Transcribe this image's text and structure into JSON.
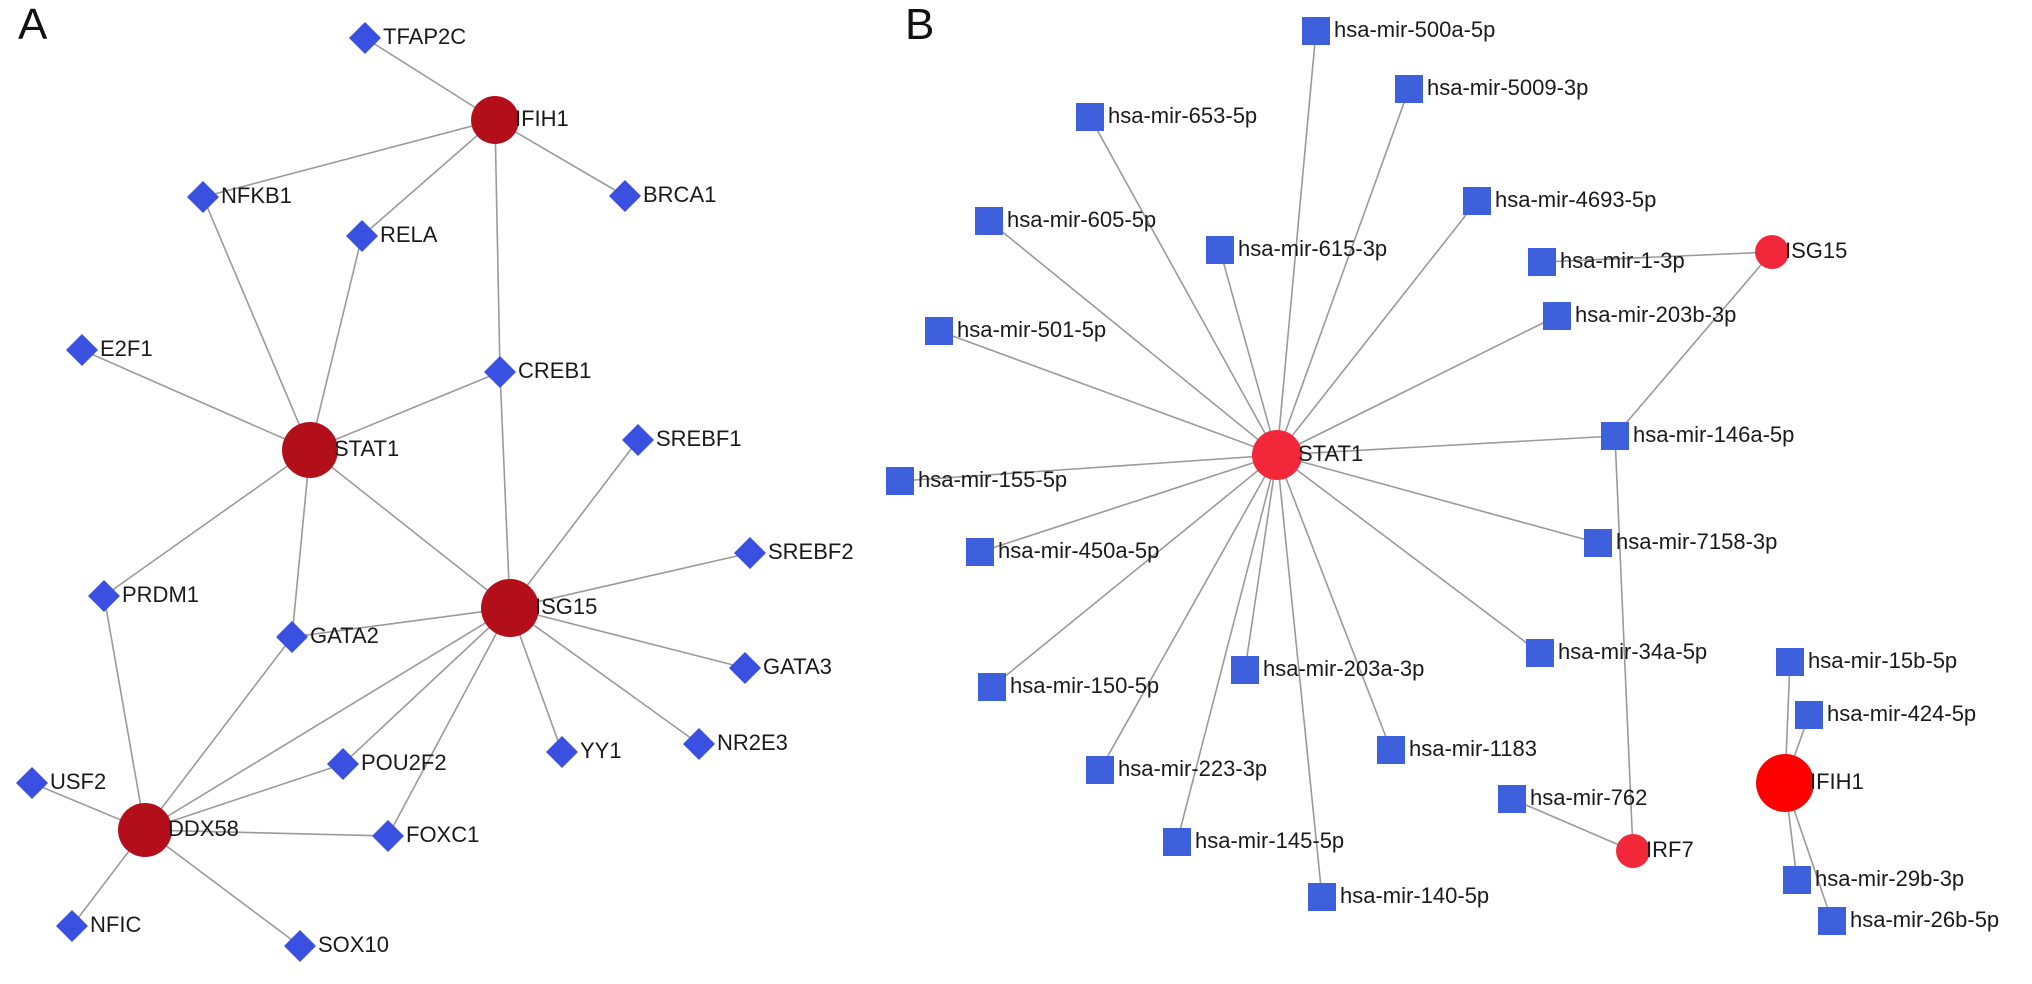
{
  "panels": [
    {
      "id": "A",
      "letter": "A",
      "hub_color": "#B30F1A",
      "leaf_color": "#3A50E0",
      "nodes": [
        {
          "id": "IFIH1",
          "label": "IFIH1",
          "kind": "hub"
        },
        {
          "id": "STAT1",
          "label": "STAT1",
          "kind": "hub"
        },
        {
          "id": "ISG15",
          "label": "ISG15",
          "kind": "hub"
        },
        {
          "id": "DDX58",
          "label": "DDX58",
          "kind": "hub"
        },
        {
          "id": "TFAP2C",
          "label": "TFAP2C",
          "kind": "leaf"
        },
        {
          "id": "NFKB1",
          "label": "NFKB1",
          "kind": "leaf"
        },
        {
          "id": "RELA",
          "label": "RELA",
          "kind": "leaf"
        },
        {
          "id": "BRCA1",
          "label": "BRCA1",
          "kind": "leaf"
        },
        {
          "id": "E2F1",
          "label": "E2F1",
          "kind": "leaf"
        },
        {
          "id": "CREB1",
          "label": "CREB1",
          "kind": "leaf"
        },
        {
          "id": "SREBF1",
          "label": "SREBF1",
          "kind": "leaf"
        },
        {
          "id": "SREBF2",
          "label": "SREBF2",
          "kind": "leaf"
        },
        {
          "id": "PRDM1",
          "label": "PRDM1",
          "kind": "leaf"
        },
        {
          "id": "GATA2",
          "label": "GATA2",
          "kind": "leaf"
        },
        {
          "id": "GATA3",
          "label": "GATA3",
          "kind": "leaf"
        },
        {
          "id": "POU2F2",
          "label": "POU2F2",
          "kind": "leaf"
        },
        {
          "id": "YY1",
          "label": "YY1",
          "kind": "leaf"
        },
        {
          "id": "NR2E3",
          "label": "NR2E3",
          "kind": "leaf"
        },
        {
          "id": "USF2",
          "label": "USF2",
          "kind": "leaf"
        },
        {
          "id": "FOXC1",
          "label": "FOXC1",
          "kind": "leaf"
        },
        {
          "id": "NFIC",
          "label": "NFIC",
          "kind": "leaf"
        },
        {
          "id": "SOX10",
          "label": "SOX10",
          "kind": "leaf"
        }
      ],
      "edges": [
        [
          "IFIH1",
          "TFAP2C"
        ],
        [
          "IFIH1",
          "NFKB1"
        ],
        [
          "IFIH1",
          "RELA"
        ],
        [
          "IFIH1",
          "BRCA1"
        ],
        [
          "IFIH1",
          "CREB1"
        ],
        [
          "STAT1",
          "NFKB1"
        ],
        [
          "STAT1",
          "RELA"
        ],
        [
          "STAT1",
          "E2F1"
        ],
        [
          "STAT1",
          "CREB1"
        ],
        [
          "STAT1",
          "PRDM1"
        ],
        [
          "STAT1",
          "GATA2"
        ],
        [
          "STAT1",
          "ISG15"
        ],
        [
          "CREB1",
          "ISG15"
        ],
        [
          "ISG15",
          "SREBF1"
        ],
        [
          "ISG15",
          "SREBF2"
        ],
        [
          "ISG15",
          "GATA3"
        ],
        [
          "ISG15",
          "NR2E3"
        ],
        [
          "ISG15",
          "YY1"
        ],
        [
          "ISG15",
          "GATA2"
        ],
        [
          "ISG15",
          "POU2F2"
        ],
        [
          "ISG15",
          "FOXC1"
        ],
        [
          "ISG15",
          "DDX58"
        ],
        [
          "PRDM1",
          "DDX58"
        ],
        [
          "GATA2",
          "DDX58"
        ],
        [
          "POU2F2",
          "DDX58"
        ],
        [
          "FOXC1",
          "DDX58"
        ],
        [
          "USF2",
          "DDX58"
        ],
        [
          "NFIC",
          "DDX58"
        ],
        [
          "SOX10",
          "DDX58"
        ]
      ]
    },
    {
      "id": "B",
      "letter": "B",
      "hub_color": "#F2283A",
      "hub_color_large": "#FF0000",
      "leaf_color": "#3F60DC",
      "nodes": [
        {
          "id": "STAT1",
          "label": "STAT1",
          "kind": "hub"
        },
        {
          "id": "ISG15",
          "label": "ISG15",
          "kind": "hub"
        },
        {
          "id": "IRF7",
          "label": "IRF7",
          "kind": "hub"
        },
        {
          "id": "IFIH1",
          "label": "IFIH1",
          "kind": "hub"
        },
        {
          "id": "m500a",
          "label": "hsa-mir-500a-5p",
          "kind": "leaf"
        },
        {
          "id": "m5009",
          "label": "hsa-mir-5009-3p",
          "kind": "leaf"
        },
        {
          "id": "m653",
          "label": "hsa-mir-653-5p",
          "kind": "leaf"
        },
        {
          "id": "m4693",
          "label": "hsa-mir-4693-5p",
          "kind": "leaf"
        },
        {
          "id": "m605",
          "label": "hsa-mir-605-5p",
          "kind": "leaf"
        },
        {
          "id": "m615",
          "label": "hsa-mir-615-3p",
          "kind": "leaf"
        },
        {
          "id": "m1",
          "label": "hsa-mir-1-3p",
          "kind": "leaf"
        },
        {
          "id": "m203b",
          "label": "hsa-mir-203b-3p",
          "kind": "leaf"
        },
        {
          "id": "m501",
          "label": "hsa-mir-501-5p",
          "kind": "leaf"
        },
        {
          "id": "m146a",
          "label": "hsa-mir-146a-5p",
          "kind": "leaf"
        },
        {
          "id": "m155",
          "label": "hsa-mir-155-5p",
          "kind": "leaf"
        },
        {
          "id": "m7158",
          "label": "hsa-mir-7158-3p",
          "kind": "leaf"
        },
        {
          "id": "m450a",
          "label": "hsa-mir-450a-5p",
          "kind": "leaf"
        },
        {
          "id": "m34a",
          "label": "hsa-mir-34a-5p",
          "kind": "leaf"
        },
        {
          "id": "m15b",
          "label": "hsa-mir-15b-5p",
          "kind": "leaf"
        },
        {
          "id": "m150",
          "label": "hsa-mir-150-5p",
          "kind": "leaf"
        },
        {
          "id": "m203a",
          "label": "hsa-mir-203a-3p",
          "kind": "leaf"
        },
        {
          "id": "m424",
          "label": "hsa-mir-424-5p",
          "kind": "leaf"
        },
        {
          "id": "m1183",
          "label": "hsa-mir-1183",
          "kind": "leaf"
        },
        {
          "id": "m223",
          "label": "hsa-mir-223-3p",
          "kind": "leaf"
        },
        {
          "id": "m762",
          "label": "hsa-mir-762",
          "kind": "leaf"
        },
        {
          "id": "m145",
          "label": "hsa-mir-145-5p",
          "kind": "leaf"
        },
        {
          "id": "m29b",
          "label": "hsa-mir-29b-3p",
          "kind": "leaf"
        },
        {
          "id": "m140",
          "label": "hsa-mir-140-5p",
          "kind": "leaf"
        },
        {
          "id": "m26b",
          "label": "hsa-mir-26b-5p",
          "kind": "leaf"
        }
      ],
      "edges": [
        [
          "STAT1",
          "m500a"
        ],
        [
          "STAT1",
          "m5009"
        ],
        [
          "STAT1",
          "m653"
        ],
        [
          "STAT1",
          "m4693"
        ],
        [
          "STAT1",
          "m605"
        ],
        [
          "STAT1",
          "m615"
        ],
        [
          "STAT1",
          "m203b"
        ],
        [
          "STAT1",
          "m501"
        ],
        [
          "STAT1",
          "m146a"
        ],
        [
          "STAT1",
          "m155"
        ],
        [
          "STAT1",
          "m7158"
        ],
        [
          "STAT1",
          "m450a"
        ],
        [
          "STAT1",
          "m34a"
        ],
        [
          "STAT1",
          "m150"
        ],
        [
          "STAT1",
          "m203a"
        ],
        [
          "STAT1",
          "m1183"
        ],
        [
          "STAT1",
          "m223"
        ],
        [
          "STAT1",
          "m145"
        ],
        [
          "STAT1",
          "m140"
        ],
        [
          "ISG15",
          "m1"
        ],
        [
          "ISG15",
          "m146a"
        ],
        [
          "IRF7",
          "m146a"
        ],
        [
          "IRF7",
          "m762"
        ],
        [
          "IFIH1",
          "m15b"
        ],
        [
          "IFIH1",
          "m424"
        ],
        [
          "IFIH1",
          "m29b"
        ],
        [
          "IFIH1",
          "m26b"
        ]
      ]
    }
  ]
}
